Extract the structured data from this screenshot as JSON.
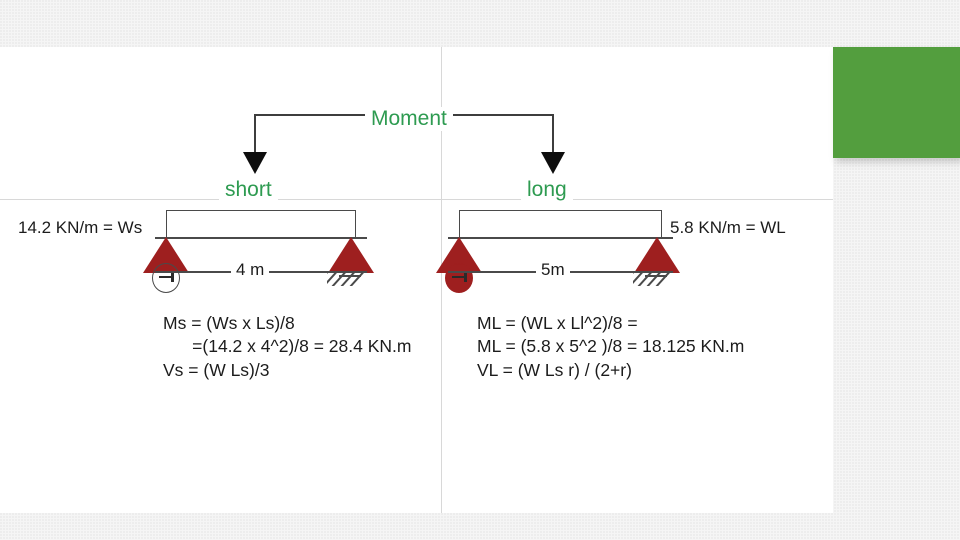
{
  "slide": {
    "accent_color": "#539e3e",
    "label_color": "#2e9b51",
    "support_color": "#9e1f1f"
  },
  "moment": {
    "label": "Moment",
    "left_target": "short",
    "right_target": "long"
  },
  "beams": [
    {
      "id": "short-beam",
      "title": "short",
      "load_label": "14.2 KN/m = Ws",
      "span_label": "4 m",
      "span_value": 4,
      "load_value": 14.2,
      "load_units": "KN/m",
      "left_support": "roller",
      "right_support": "pinned-hatched"
    },
    {
      "id": "long-beam",
      "title": "long",
      "load_label": "5.8 KN/m = WL",
      "span_label": "5m",
      "span_value": 5,
      "load_value": 5.8,
      "load_units": "KN/m",
      "left_support": "roller",
      "right_support": "pinned-hatched"
    }
  ],
  "equations": {
    "short": [
      "Ms = (Ws x Ls)/8",
      "      =(14.2 x 4^2)/8 = 28.4 KN.m",
      "Vs = (W Ls)/3"
    ],
    "long": [
      "ML = (WL x Ll^2)/8 =",
      "ML = (5.8 x 5^2 )/8 = 18.125 KN.m",
      "VL = (W Ls r) / (2+r)"
    ]
  }
}
